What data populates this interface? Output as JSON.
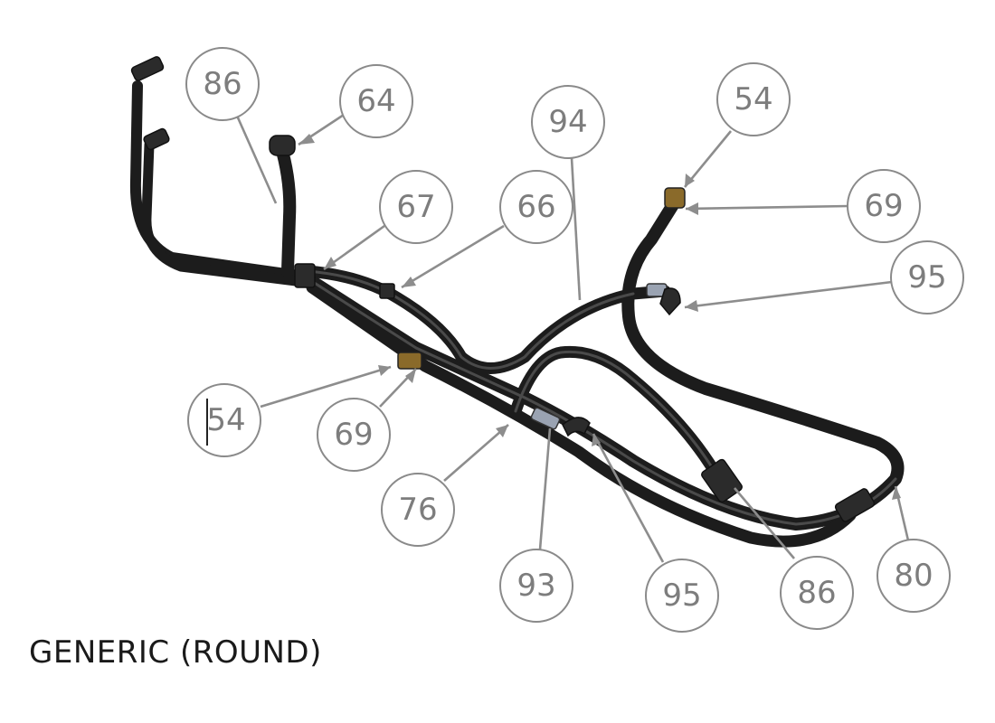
{
  "view_label": "GENERIC (ROUND)",
  "balloons": [
    {
      "id": "b86a",
      "label": "86"
    },
    {
      "id": "b64",
      "label": "64"
    },
    {
      "id": "b94",
      "label": "94"
    },
    {
      "id": "b54a",
      "label": "54"
    },
    {
      "id": "b67",
      "label": "67"
    },
    {
      "id": "b66",
      "label": "66"
    },
    {
      "id": "b69a",
      "label": "69"
    },
    {
      "id": "b95a",
      "label": "95"
    },
    {
      "id": "b54b",
      "label": "54"
    },
    {
      "id": "b69b",
      "label": "69"
    },
    {
      "id": "b76",
      "label": "76"
    },
    {
      "id": "b93",
      "label": "93"
    },
    {
      "id": "b95b",
      "label": "95"
    },
    {
      "id": "b86b",
      "label": "86"
    },
    {
      "id": "b80",
      "label": "80"
    }
  ],
  "colors": {
    "balloon_stroke": "#8a8a8a",
    "balloon_text": "#7d7d7d",
    "hose": "#1c1c1c"
  }
}
